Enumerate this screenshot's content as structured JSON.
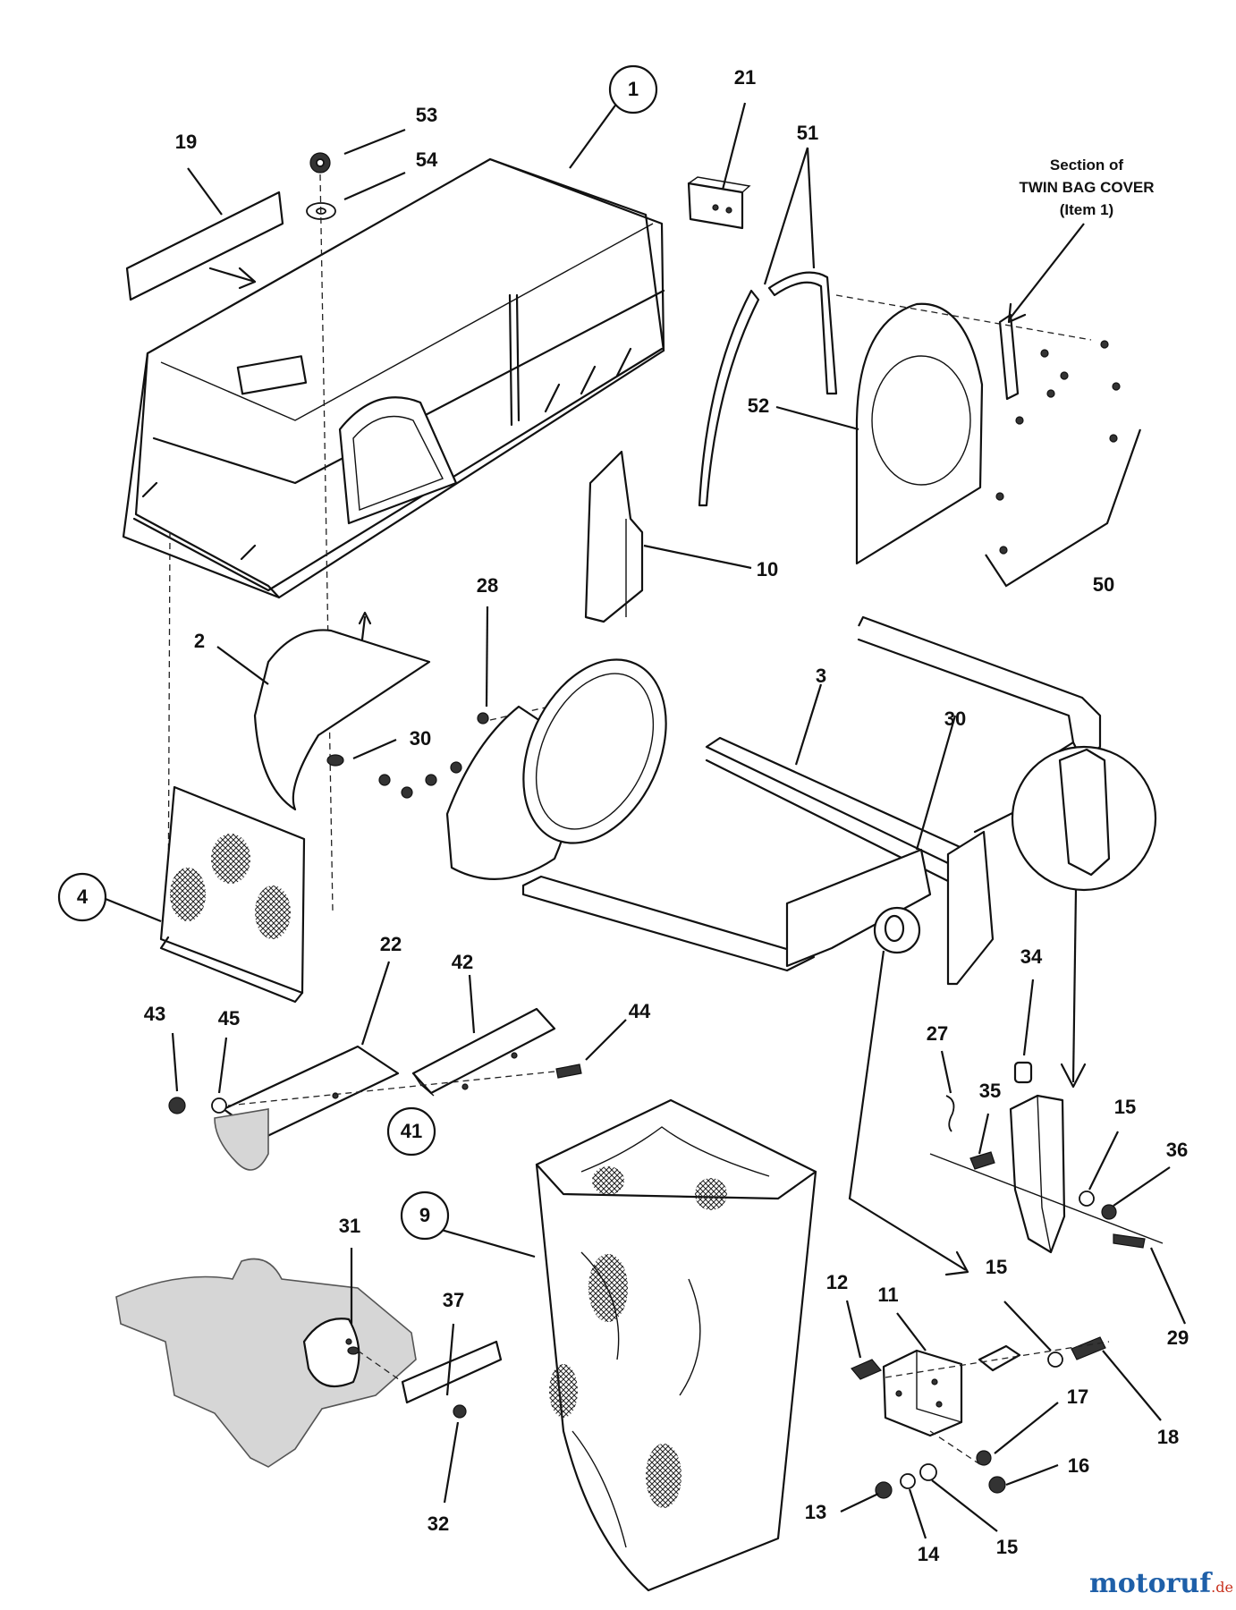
{
  "diagram": {
    "labels": {
      "l1": "1",
      "l2": "2",
      "l3": "3",
      "l4": "4",
      "l9": "9",
      "l10": "10",
      "l11": "11",
      "l12": "12",
      "l13": "13",
      "l14": "14",
      "l15a": "15",
      "l15b": "15",
      "l15c": "15",
      "l16": "16",
      "l17": "17",
      "l18": "18",
      "l19": "19",
      "l21": "21",
      "l22": "22",
      "l27": "27",
      "l28": "28",
      "l29": "29",
      "l30a": "30",
      "l30b": "30",
      "l31": "31",
      "l32": "32",
      "l34": "34",
      "l35": "35",
      "l36": "36",
      "l37": "37",
      "l41": "41",
      "l42": "42",
      "l43": "43",
      "l44": "44",
      "l45": "45",
      "l50": "50",
      "l51": "51",
      "l52": "52",
      "l53": "53",
      "l54": "54"
    },
    "section_note": {
      "line1": "Section of",
      "line2": "TWIN BAG COVER",
      "line3": "(Item 1)"
    }
  },
  "watermark": {
    "brand": "motoruf",
    "tld": ".de"
  }
}
